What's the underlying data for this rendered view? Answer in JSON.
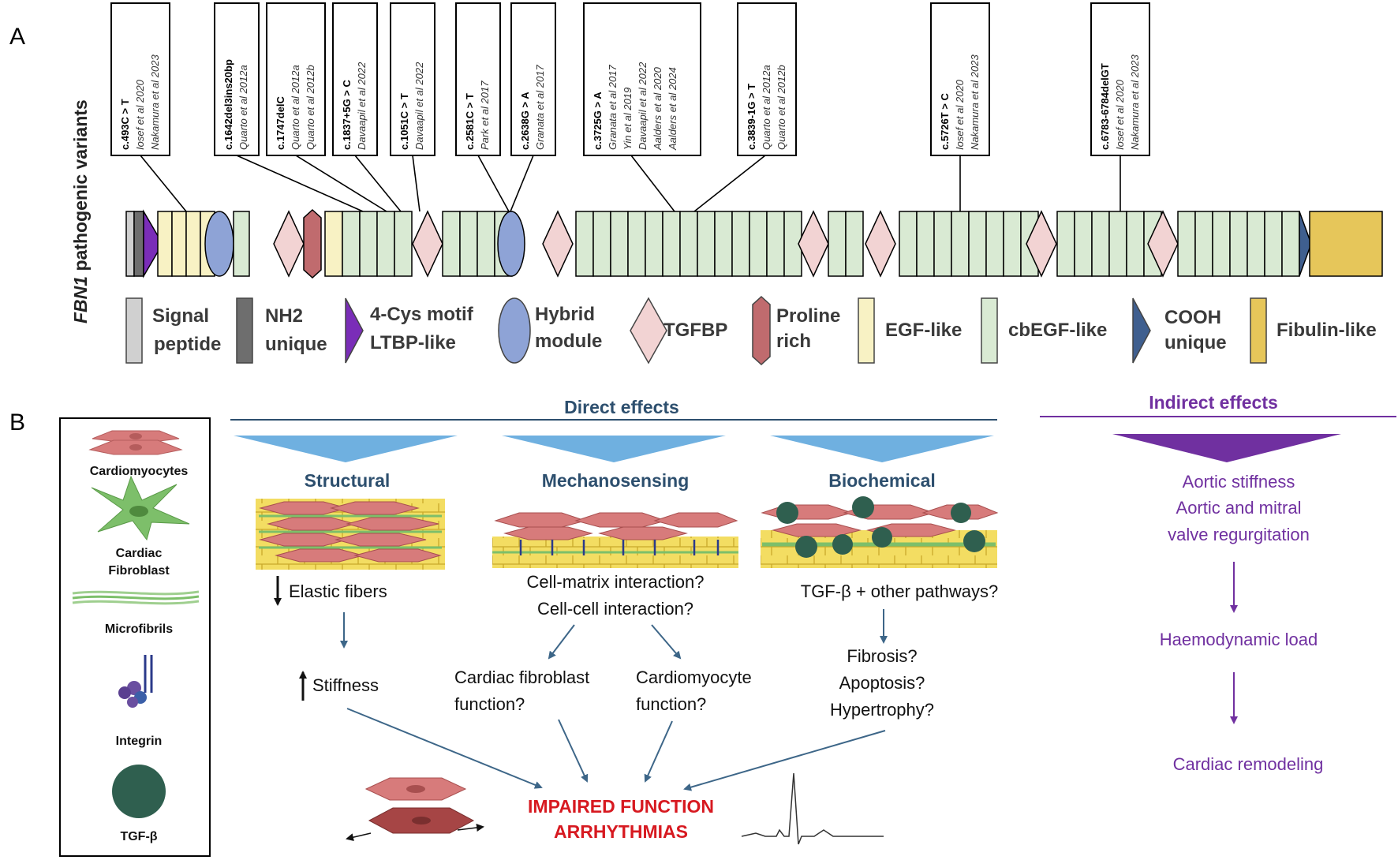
{
  "panelA": {
    "letter": "A",
    "side_title_gene": "FBN1",
    "side_title_rest": " pathogenic variants",
    "variants": [
      {
        "id": "c.493C > T",
        "refs": [
          "Iosef et al 2020",
          "Nakamura et al 2023"
        ]
      },
      {
        "id": "c.1642del3ins20bp",
        "refs": [
          "Quarto et al 2012a"
        ]
      },
      {
        "id": "c.1747delC",
        "refs": [
          "Quarto et al 2012a",
          "Quarto et al 2012b"
        ]
      },
      {
        "id": "c.1837+5G > C",
        "refs": [
          "Davaapil et al 2022"
        ]
      },
      {
        "id": "c.1051C > T",
        "refs": [
          "Davaapil et al 2022"
        ]
      },
      {
        "id": "c.2581C > T",
        "refs": [
          "Park et al 2017"
        ]
      },
      {
        "id": "c.2638G > A",
        "refs": [
          "Granata et al 2017"
        ]
      },
      {
        "id": "c.3725G > A",
        "refs": [
          "Granata et al 2017",
          "Yin et al 2019",
          "Davaapil et al 2022",
          "Aalders et al 2020",
          "Aalders et al 2024"
        ]
      },
      {
        "id": "c.3839-1G > T",
        "refs": [
          "Quarto et al 2012a",
          "Quarto et al 2012b"
        ]
      },
      {
        "id": "c.5726T > C",
        "refs": [
          "Iosef et al 2020",
          "Nakamura et al 2023"
        ]
      },
      {
        "id": "c.6783-6784delGT",
        "refs": [
          "Iosef et al 2020",
          "Nakamura et al 2023"
        ]
      }
    ],
    "legend": {
      "signal": [
        "Signal",
        "peptide"
      ],
      "nh2": [
        "NH2",
        "unique"
      ],
      "fourcys": [
        "4-Cys motif",
        "LTBP-like"
      ],
      "hybrid": [
        "Hybrid",
        "module"
      ],
      "tgfbp": "TGFBP",
      "proline": [
        "Proline",
        "rich"
      ],
      "egf": "EGF-like",
      "cbegf": "cbEGF-like",
      "cooh": [
        "COOH",
        "unique"
      ],
      "fibulin": "Fibulin-like"
    },
    "colors": {
      "signal": "#d0d0d0",
      "nh2": "#6e6e6e",
      "fourcys": "#7a2db8",
      "hybrid": "#8ea3d6",
      "tgfbp": "#f2d3d3",
      "proline": "#c06b6e",
      "egf": "#f8f2c4",
      "cbegf": "#d9ead3",
      "cooh": "#3f5f8f",
      "fibulin": "#e6c65a"
    }
  },
  "panelB": {
    "letter": "B",
    "legend": {
      "cardiomyocytes": "Cardiomyocytes",
      "fibroblast": [
        "Cardiac",
        "Fibroblast"
      ],
      "microfibrils": "Microfibrils",
      "integrin": "Integrin",
      "tgfb": "TGF-β"
    },
    "direct_effects": "Direct effects",
    "indirect_effects": "Indirect effects",
    "structural": {
      "title": "Structural",
      "line1": "Elastic fibers",
      "line2": "Stiffness"
    },
    "mechanosensing": {
      "title": "Mechanosensing",
      "q1": "Cell-matrix interaction?",
      "q2": "Cell-cell interaction?",
      "left": [
        "Cardiac fibroblast",
        "function?"
      ],
      "right": [
        "Cardiomyocyte",
        "function?"
      ]
    },
    "biochemical": {
      "title": "Biochemical",
      "line1": "TGF-β + other pathways?",
      "outcomes": [
        "Fibrosis?",
        "Apoptosis?",
        "Hypertrophy?"
      ]
    },
    "outcome": [
      "IMPAIRED FUNCTION",
      "ARRHYTHMIAS"
    ],
    "indirect": {
      "line1": [
        "Aortic stiffness",
        "Aortic and mitral",
        "valve regurgitation"
      ],
      "line2": "Haemodynamic load",
      "line3": "Cardiac remodeling"
    },
    "colors": {
      "heading": "#2d4f6e",
      "indirect": "#7030a0",
      "outcome": "#d71920",
      "arrow": "#3d6688",
      "triangle": "#6fb0e0",
      "myocyte": "#d77b7b",
      "fibroblast": "#7dbf6a",
      "tgfb": "#2f5f4f"
    }
  }
}
